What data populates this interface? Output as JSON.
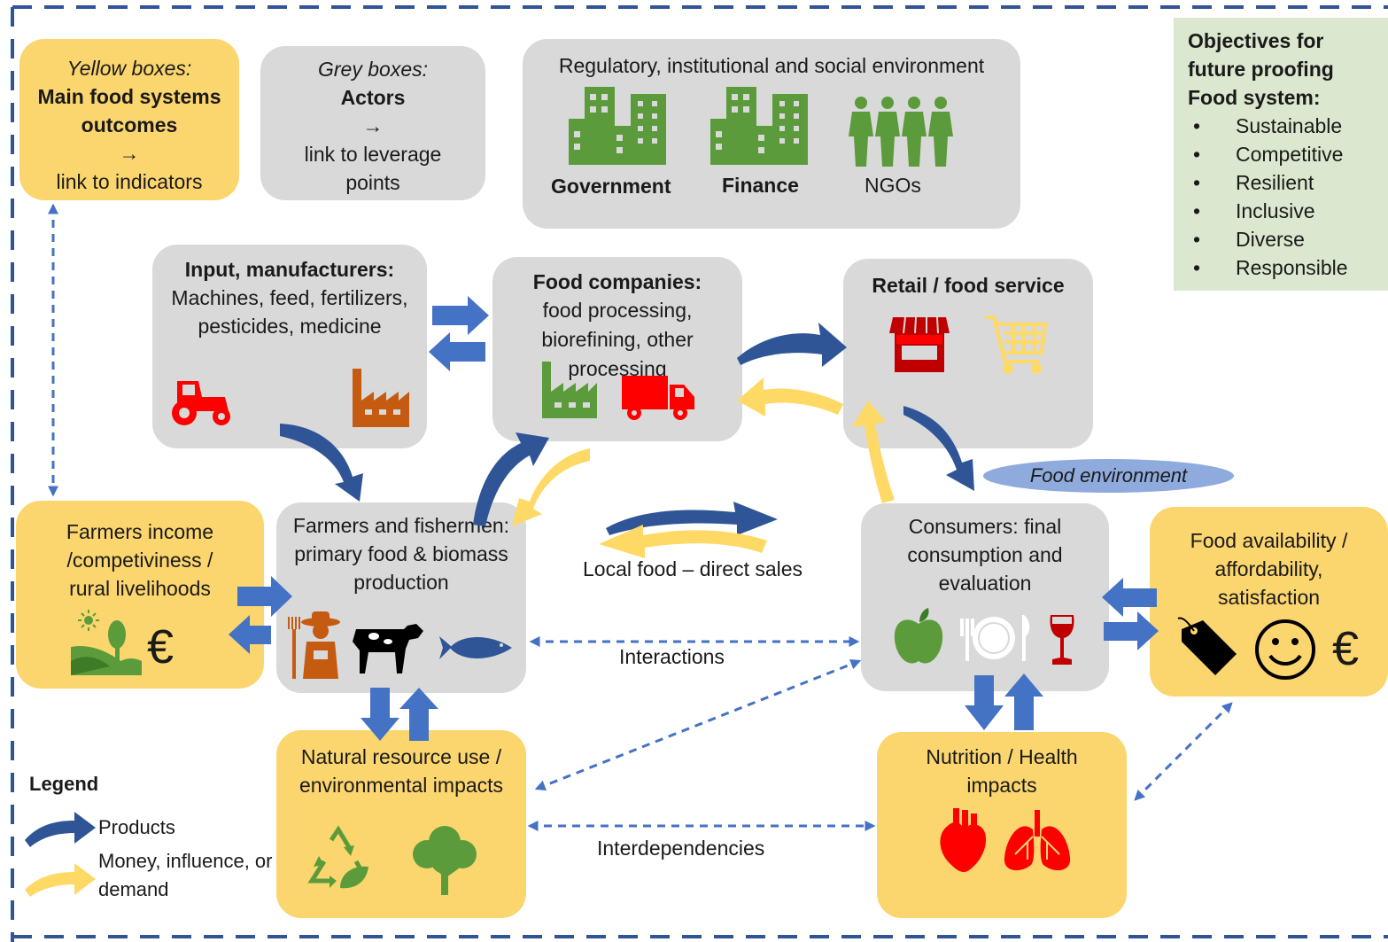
{
  "legend_boxes": {
    "yellow": {
      "title": "Yellow boxes:",
      "bold": "Main food systems outcomes",
      "arrow": "→",
      "link": "link to indicators"
    },
    "grey": {
      "title": "Grey boxes:",
      "bold": "Actors",
      "arrow": "→",
      "link": "link to leverage points"
    }
  },
  "regulatory": {
    "title": "Regulatory, institutional and social environment",
    "government": "Government",
    "finance": "Finance",
    "ngos": "NGOs"
  },
  "objectives": {
    "title": "Objectives for future proofing Food system:",
    "bullet": "•",
    "items": [
      "Sustainable",
      "Competitive",
      "Resilient",
      "Inclusive",
      "Diverse",
      "Responsible"
    ]
  },
  "input": {
    "title": "Input, manufacturers:",
    "text": "Machines, feed, fertilizers, pesticides, medicine"
  },
  "food_companies": {
    "title": "Food companies:",
    "text": "food processing, biorefining, other processing"
  },
  "retail": {
    "title": "Retail / food service"
  },
  "food_environment": "Food environment",
  "farmers_income": "Farmers income /competiviness / rural livelihoods",
  "farmers": "Farmers and fishermen: primary food & biomass production",
  "local_food": "Local food – direct sales",
  "interactions": "Interactions",
  "consumers": "Consumers: final consumption and evaluation",
  "food_availability": "Food availability / affordability, satisfaction",
  "natural_resource": "Natural resource use / environmental impacts",
  "interdependencies": "Interdependencies",
  "nutrition": "Nutrition / Health impacts",
  "euro": "€",
  "legend": {
    "title": "Legend",
    "products": "Products",
    "money": "Money, influence, or demand"
  },
  "colors": {
    "yellow_box": "#fbd56e",
    "grey_box": "#d9d9d9",
    "green_box": "#dbe8cf",
    "dark_blue_arrow": "#2f5597",
    "yellow_arrow": "#ffd966",
    "blue_block_arrow": "#4472c4",
    "icon_green": "#5b9b3c",
    "icon_red": "#ff0000",
    "icon_orange": "#c55a11"
  }
}
